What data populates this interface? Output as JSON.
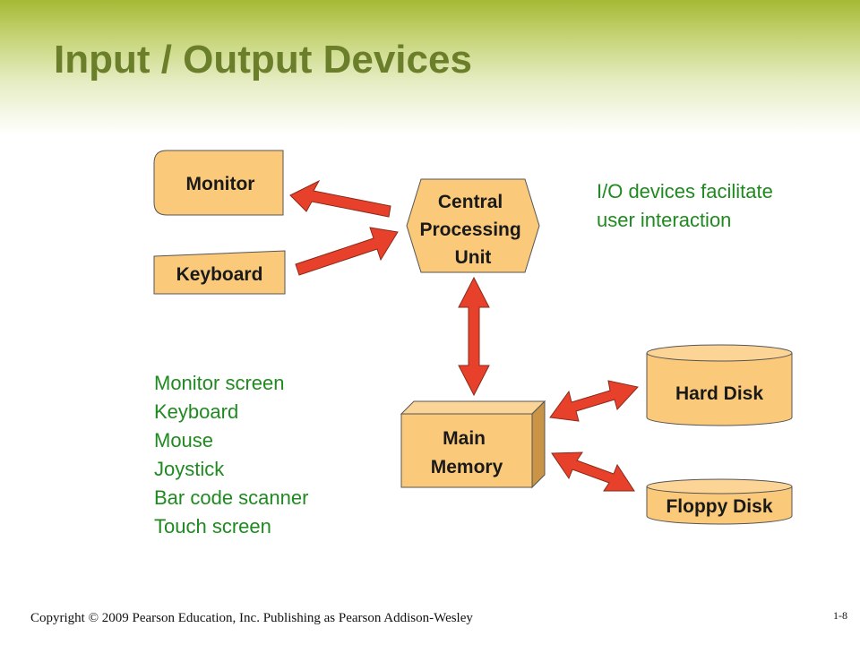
{
  "slide": {
    "title": "Input / Output Devices",
    "copyright": "Copyright © 2009 Pearson Education, Inc. Publishing as Pearson Addison-Wesley",
    "slide_number": "1-8"
  },
  "diagram": {
    "monitor": "Monitor",
    "keyboard": "Keyboard",
    "cpu": [
      "Central",
      "Processing",
      "Unit"
    ],
    "main_memory": [
      "Main",
      "Memory"
    ],
    "hard_disk": "Hard Disk",
    "floppy_disk": "Floppy Disk"
  },
  "note": [
    "I/O devices facilitate",
    "user interaction"
  ],
  "device_list": [
    "Monitor screen",
    "Keyboard",
    "Mouse",
    "Joystick",
    "Bar code scanner",
    "Touch screen"
  ],
  "colors": {
    "box_fill": "#fbc97a",
    "arrow_fill": "#e8412b",
    "text_green": "#1f8a1f",
    "title_olive": "#6b7f2b"
  }
}
